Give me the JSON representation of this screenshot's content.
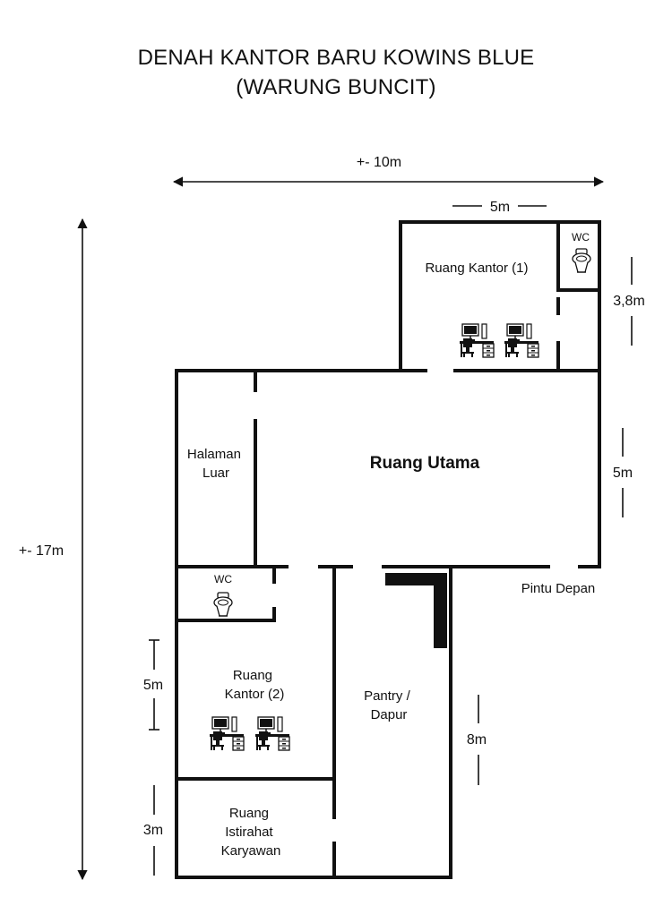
{
  "title": {
    "line1": "DENAH KANTOR BARU KOWINS BLUE",
    "line2": "(WARUNG BUNCIT)"
  },
  "dimensions": {
    "total_width": "+- 10m",
    "total_height": "+- 17m",
    "office1_width": "5m",
    "office1_height": "3,8m",
    "main_height": "5m",
    "office2_height": "5m",
    "rest_height": "3m",
    "pantry_height": "8m"
  },
  "rooms": {
    "office1": "Ruang Kantor (1)",
    "wc_top": "WC",
    "outer_yard": [
      "Halaman",
      "Luar"
    ],
    "main": "Ruang Utama",
    "wc_bottom": "WC",
    "office2": [
      "Ruang",
      "Kantor (2)"
    ],
    "pantry": [
      "Pantry /",
      "Dapur"
    ],
    "rest": [
      "Ruang",
      "Istirahat",
      "Karyawan"
    ],
    "front_door": "Pintu Depan"
  },
  "icons": [
    "toilet-icon",
    "office-desk-icon",
    "kitchen-counter"
  ],
  "colors": {
    "ink": "#111111",
    "background": "#ffffff"
  }
}
